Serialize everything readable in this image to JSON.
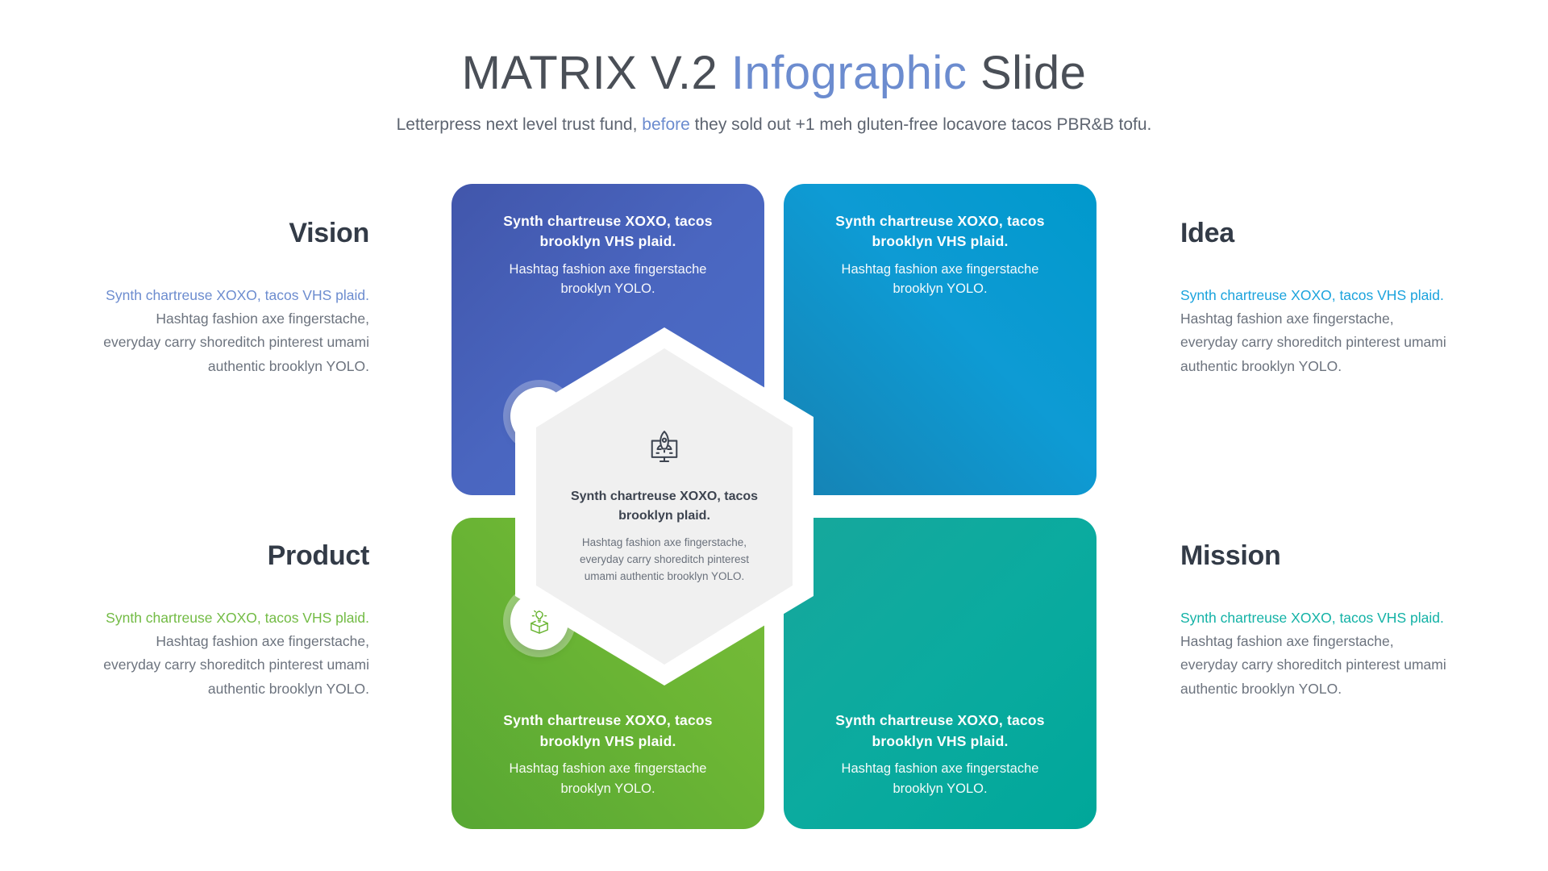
{
  "header": {
    "title_part1": "MATRIX V.2",
    "title_accent": "Infographic",
    "title_part2": "Slide",
    "subtitle_part1": "Letterpress next level trust fund,",
    "subtitle_accent": "before",
    "subtitle_part2": "they sold out +1 meh gluten-free locavore tacos PBR&B tofu."
  },
  "colors": {
    "vision": "#4a66c0",
    "idea": "#0e9bd4",
    "product": "#6bb534",
    "mission": "#0bab9f",
    "title_accent": "#6c8ccf",
    "heading": "#333b47",
    "body_text": "#6c737e"
  },
  "center": {
    "icon": "rocket-monitor-icon",
    "heading": "Synth chartreuse XOXO, tacos brooklyn plaid.",
    "body": "Hashtag fashion axe fingerstache, everyday carry shoreditch pinterest umami authentic brooklyn YOLO."
  },
  "cards": [
    {
      "id": "vision",
      "position": "top-left",
      "icon": "brain-head-circuit-icon",
      "heading": "Synth chartreuse XOXO, tacos brooklyn VHS plaid.",
      "body": "Hashtag fashion axe fingerstache brooklyn YOLO."
    },
    {
      "id": "idea",
      "position": "top-right",
      "icon": "pencil-gear-design-icon",
      "heading": "Synth chartreuse XOXO, tacos brooklyn VHS plaid.",
      "body": "Hashtag fashion axe fingerstache brooklyn YOLO."
    },
    {
      "id": "product",
      "position": "bottom-left",
      "icon": "lightbulb-box-icon",
      "heading": "Synth chartreuse XOXO, tacos brooklyn VHS plaid.",
      "body": "Hashtag fashion axe fingerstache brooklyn YOLO."
    },
    {
      "id": "mission",
      "position": "bottom-right",
      "icon": "rocket-icon",
      "heading": "Synth chartreuse XOXO, tacos brooklyn VHS plaid.",
      "body": "Hashtag fashion axe fingerstache brooklyn YOLO."
    }
  ],
  "side_blocks": [
    {
      "id": "vision",
      "title": "Vision",
      "lead": "Synth chartreuse XOXO, tacos VHS plaid.",
      "body": "Hashtag fashion axe fingerstache, everyday carry shoreditch pinterest umami authentic brooklyn YOLO."
    },
    {
      "id": "idea",
      "title": "Idea",
      "lead": "Synth chartreuse XOXO, tacos VHS plaid.",
      "body": "Hashtag fashion axe fingerstache, everyday carry shoreditch pinterest umami authentic brooklyn YOLO."
    },
    {
      "id": "product",
      "title": "Product",
      "lead": "Synth chartreuse XOXO, tacos VHS plaid.",
      "body": "Hashtag fashion axe fingerstache, everyday carry shoreditch pinterest umami authentic brooklyn YOLO."
    },
    {
      "id": "mission",
      "title": "Mission",
      "lead": "Synth chartreuse XOXO, tacos VHS plaid.",
      "body": "Hashtag fashion axe fingerstache, everyday carry shoreditch pinterest umami authentic brooklyn YOLO."
    }
  ]
}
